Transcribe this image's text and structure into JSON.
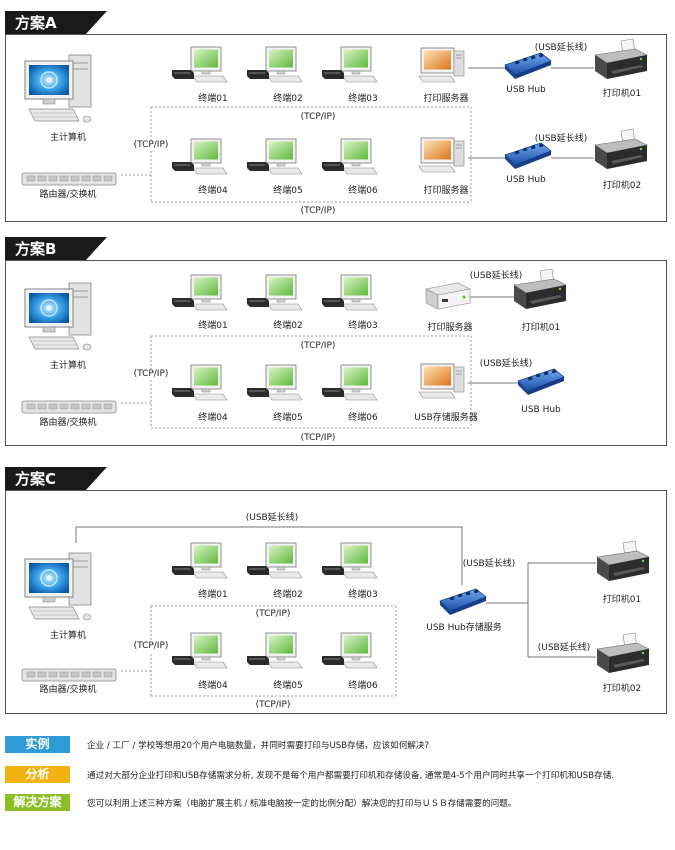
{
  "schemes": {
    "a": {
      "title": "方案A",
      "host": "主计算机",
      "router": "路由器/交换机",
      "tcpip": "(TCP/IP)",
      "row1": {
        "terminals": [
          "终端01",
          "终端02",
          "终端03"
        ],
        "server": "打印服务器",
        "ext": "(USB延长线)",
        "hub": "USB Hub",
        "printer": "打印机01",
        "tcp": "(TCP/IP)"
      },
      "row2": {
        "terminals": [
          "终端04",
          "终端05",
          "终端06"
        ],
        "server": "打印服务器",
        "ext": "(USB延长线)",
        "hub": "USB Hub",
        "printer": "打印机02",
        "tcp": "(TCP/IP)"
      }
    },
    "b": {
      "title": "方案B",
      "host": "主计算机",
      "router": "路由器/交换机",
      "tcpip": "(TCP/IP)",
      "row1": {
        "terminals": [
          "终端01",
          "终端02",
          "终端03"
        ],
        "server": "打印服务器",
        "ext": "(USB延长线)",
        "printer": "打印机01",
        "tcp": "(TCP/IP)"
      },
      "row2": {
        "terminals": [
          "终端04",
          "终端05",
          "终端06"
        ],
        "server": "USB存储服务器",
        "ext": "(USB延长线)",
        "hub": "USB Hub",
        "tcp": "(TCP/IP)"
      }
    },
    "c": {
      "title": "方案C",
      "host": "主计算机",
      "router": "路由器/交换机",
      "tcpip": "(TCP/IP)",
      "top_ext": "(USB延长线)",
      "hub": "USB Hub存储服务",
      "ext1": "(USB延长线)",
      "ext2": "(USB延长线)",
      "printer1": "打印机01",
      "printer2": "打印机02",
      "row1": {
        "terminals": [
          "终端01",
          "终端02",
          "终端03"
        ],
        "tcp": "(TCP/IP)"
      },
      "row2": {
        "terminals": [
          "终端04",
          "终端05",
          "终端06"
        ],
        "tcp": "(TCP/IP)"
      }
    }
  },
  "bottom": {
    "example": {
      "label": "实例",
      "text": "企业 / 工厂 / 学校等想用20个用户电脑数量，并同时需要打印与USB存储，应该如何解决?",
      "color": "#2e9bd6"
    },
    "analysis": {
      "label": "分析",
      "text": "通过对大部分企业打印和USB存储需求分析, 发现不是每个用户都需要打印机和存储设备, 通常是4-5个用户同时共享一个打印机和USB存储.",
      "color": "#f2b20f"
    },
    "solution": {
      "label": "解决方案",
      "text": "您可以利用上述三种方案（电脑扩展主机 / 标准电脑按一定的比例分配）解决您的打印与ＵＳＢ存储需要的问题。",
      "color": "#8cbf26"
    }
  },
  "colors": {
    "panel_border": "#555555",
    "header_bg": "#1a1a1a",
    "screen_green": "#7ec85a",
    "screen_orange": "#e88a2e",
    "screen_blue": "#2d8fd8",
    "hub_blue": "#2f6fd0",
    "line_gray": "#9a9a9a"
  },
  "icons": [
    "host-computer-icon",
    "router-icon",
    "terminal-icon",
    "print-server-icon",
    "usb-hub-icon",
    "printer-icon",
    "usb-storage-server-icon"
  ]
}
